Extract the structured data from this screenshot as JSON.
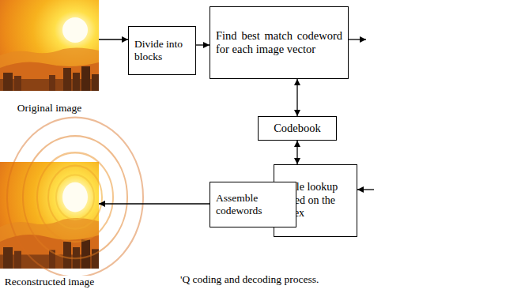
{
  "diagram": {
    "caption": "'Q coding and decoding process.",
    "nodes": [
      {
        "text": [
          "Original image"
        ]
      },
      {
        "text": [
          "Divide into blocks"
        ]
      },
      {
        "text": [
          "Find best match codeword for each image vector"
        ]
      },
      {
        "text": [
          "Codebook"
        ]
      },
      {
        "text": [
          "Table lookup based on the index"
        ]
      },
      {
        "text": [
          "Assemble codewords"
        ]
      },
      {
        "text": [
          "Reconstructed image"
        ]
      }
    ],
    "edges": [
      {
        "from": 0,
        "to": 1,
        "arrow": "to"
      },
      {
        "from": 1,
        "to": 2,
        "arrow": "to"
      },
      {
        "from": 2,
        "to": 3,
        "arrow": "both"
      },
      {
        "from": 3,
        "to": 4,
        "arrow": "both"
      },
      {
        "from": 4,
        "to": 5,
        "arrow": "to"
      },
      {
        "from": 5,
        "to": 6,
        "arrow": "to"
      }
    ]
  }
}
